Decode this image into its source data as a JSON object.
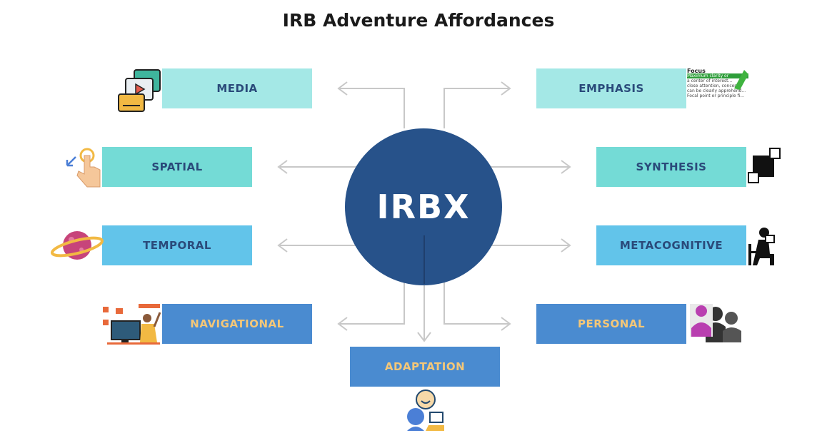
{
  "title": "IRB Adventure Affordances",
  "hub": {
    "label": "IRBX",
    "color": "#27528a"
  },
  "nodes": {
    "media": "MEDIA",
    "emphasis": "EMPHASIS",
    "spatial": "SPATIAL",
    "synthesis": "SYNTHESIS",
    "temporal": "TEMPORAL",
    "metacognitive": "METACOGNITIVE",
    "navigational": "NAVIGATIONAL",
    "personal": "PERSONAL",
    "adaptation": "ADAPTATION"
  },
  "icons": {
    "media": "video-player-icon",
    "emphasis": "highlighted-text-icon",
    "spatial": "touch-gesture-icon",
    "synthesis": "overlapping-squares-icon",
    "temporal": "planet-icon",
    "metacognitive": "reading-person-icon",
    "navigational": "person-at-computer-icon",
    "personal": "people-group-icon",
    "adaptation": "thinking-person-icon"
  },
  "focus_card": {
    "heading": "Focus",
    "lines": [
      "Maximum clarity or",
      "a center of interest...",
      "close attention, concen...",
      "can be clearly apprehend...",
      "Focal point or principle fi..."
    ]
  },
  "colors": {
    "teal_light": "#a4e8e6",
    "teal": "#74dbd6",
    "sky": "#62c4ea",
    "blue": "#4a8bd0",
    "gold_text": "#f4c778",
    "label_text": "#2a4a7a",
    "connector": "#c8c8c8"
  }
}
